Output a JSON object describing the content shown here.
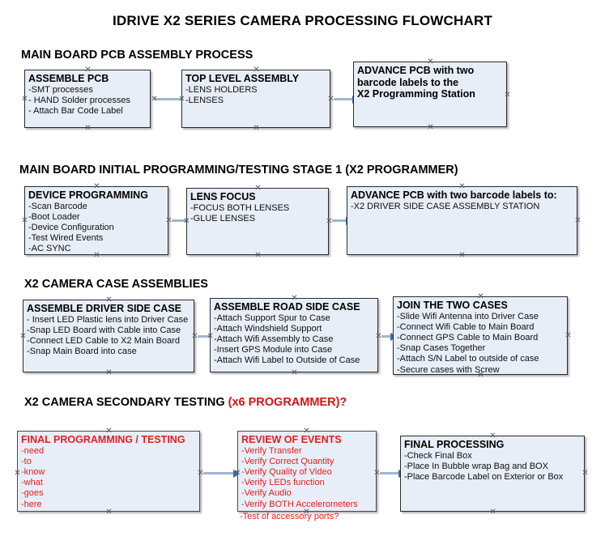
{
  "document": {
    "title": "IDRIVE X2  SERIES CAMERA PROCESSING FLOWCHART"
  },
  "theme": {
    "box_fill": "#e8eef7",
    "box_border": "#2b2b2b",
    "connector_line": "#9fb6cd",
    "connector_arrow": "#3f69a8",
    "text_black": "#000000",
    "text_red": "#e02020",
    "accent_red": "#d01616",
    "page_background": "#ffffff"
  },
  "sections": [
    {
      "id": "main-board-pcb-assembly-process",
      "heading": "MAIN BOARD PCB ASSEMBLY PROCESS",
      "heading_accent": "",
      "nodes": [
        {
          "id": "assemble-pcb",
          "header": "ASSEMBLE PCB",
          "lines": [
            "-SMT processes",
            "- HAND Solder processes",
            "- Attach Bar Code Label"
          ]
        },
        {
          "id": "top-level-assembly",
          "header": "TOP LEVEL ASSEMBLY",
          "lines": [
            "-LENS HOLDERS",
            "-LENSES"
          ]
        },
        {
          "id": "advance-pcb-programming-station",
          "header": "ADVANCE PCB with two",
          "lines": [
            "barcode labels to the",
            " X2 Programming Station"
          ]
        }
      ]
    },
    {
      "id": "main-board-initial-programming",
      "heading": "MAIN BOARD INITIAL PROGRAMMING/TESTING STAGE 1 (X2 PROGRAMMER)",
      "heading_accent": "",
      "nodes": [
        {
          "id": "device-programming",
          "header": "DEVICE PROGRAMMING",
          "lines": [
            "-Scan Barcode",
            "-Boot Loader",
            "-Device Configuration",
            "-Test Wired Events",
            "-AC SYNC"
          ]
        },
        {
          "id": "lens-focus",
          "header": "LENS FOCUS",
          "lines": [
            "-FOCUS BOTH LENSES",
            "-GLUE LENSES"
          ]
        },
        {
          "id": "advance-pcb-driver-side-case",
          "header": "ADVANCE PCB with two barcode labels to:",
          "lines": [
            "-X2 DRIVER  SIDE  CASE  ASSEMBLY STATION"
          ]
        }
      ]
    },
    {
      "id": "x2-camera-case-assemblies",
      "heading": "X2 CAMERA CASE ASSEMBLIES",
      "heading_accent": "",
      "nodes": [
        {
          "id": "assemble-driver-side-case",
          "header": "ASSEMBLE DRIVER SIDE CASE",
          "lines": [
            "- Insert LED Plastic lens into Driver Case",
            "-Snap LED Board with Cable into Case",
            "-Connect LED Cable to X2 Main Board",
            "-Snap Main Board into case"
          ]
        },
        {
          "id": "assemble-road-side-case",
          "header": "ASSEMBLE ROAD SIDE CASE",
          "lines": [
            "-Attach Support Spur to Case",
            "-Attach Windshield Support",
            "-Attach Wifi Assembly to Case",
            "-Insert GPS Module into Case",
            "-Attach Wifi Label to Outside of Case"
          ]
        },
        {
          "id": "join-the-two-cases",
          "header": "JOIN THE TWO CASES",
          "lines": [
            "-Slide Wifi Antenna into Driver Case",
            "-Connect Wifi Cable to Main Board",
            "-Connect GPS Cable to Main Board",
            "-Snap Cases Together",
            "-Attach S/N Label to outside of case",
            "-Secure cases with Screw"
          ]
        }
      ]
    },
    {
      "id": "x2-camera-secondary-testing",
      "heading": "X2 CAMERA SECONDARY TESTING ",
      "heading_accent": "(x6 PROGRAMMER)?",
      "nodes": [
        {
          "id": "final-programming-testing",
          "header": "FINAL PROGRAMMING / TESTING",
          "lines": [
            "-need",
            "-to",
            "-know",
            "-what",
            "-goes",
            "-here"
          ]
        },
        {
          "id": "review-of-events",
          "header": "REVIEW OF EVENTS",
          "lines": [
            "-Verify Transfer",
            "-Verify Correct Quantity",
            "-Verify Quality of Video",
            "-Verify LEDs function",
            "-Verify Audio",
            "-Verify BOTH Accelerometers"
          ],
          "overflow_line": "-Test of accessory ports?"
        },
        {
          "id": "final-processing",
          "header": "FINAL PROCESSING",
          "lines": [
            " -Check Final Box",
            "-Place In Bubble wrap Bag and BOX",
            "-Place Barcode Label on Exterior or Box"
          ]
        }
      ]
    }
  ]
}
